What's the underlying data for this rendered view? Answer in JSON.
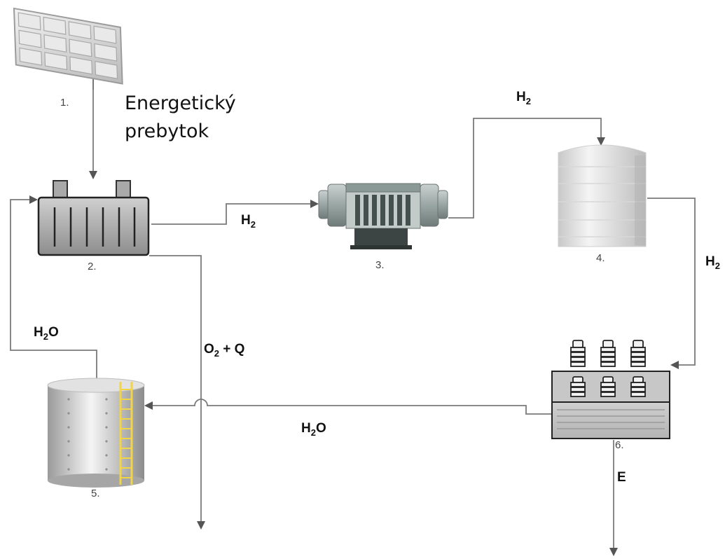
{
  "components": [
    {
      "id": "solar-panel",
      "number": "1."
    },
    {
      "id": "electrolyzer",
      "number": "2."
    },
    {
      "id": "compressor",
      "number": "3."
    },
    {
      "id": "hydrogen-tank",
      "number": "4."
    },
    {
      "id": "water-tank",
      "number": "5."
    },
    {
      "id": "fuel-cell",
      "number": "6."
    }
  ],
  "annotation": {
    "line1": "Energetický",
    "line2": "prebytok"
  },
  "flows": {
    "h2_a": {
      "main": "H",
      "sub": "2",
      "tail": ""
    },
    "h2_b": {
      "main": "H",
      "sub": "2",
      "tail": ""
    },
    "h2_c": {
      "main": "H",
      "sub": "2",
      "tail": ""
    },
    "h2o_return": {
      "main": "H",
      "sub": "2",
      "tail": "O"
    },
    "h2o_back": {
      "main": "H",
      "sub": "2",
      "tail": "O"
    },
    "o2_q": {
      "main": "O",
      "sub": "2",
      "tail": " + Q"
    },
    "energy": {
      "main": "E",
      "sub": "",
      "tail": ""
    }
  },
  "colors": {
    "pipe": "#7a7a7a",
    "ladder": "#f1d44a",
    "device_gray": "#9a9a9a"
  }
}
